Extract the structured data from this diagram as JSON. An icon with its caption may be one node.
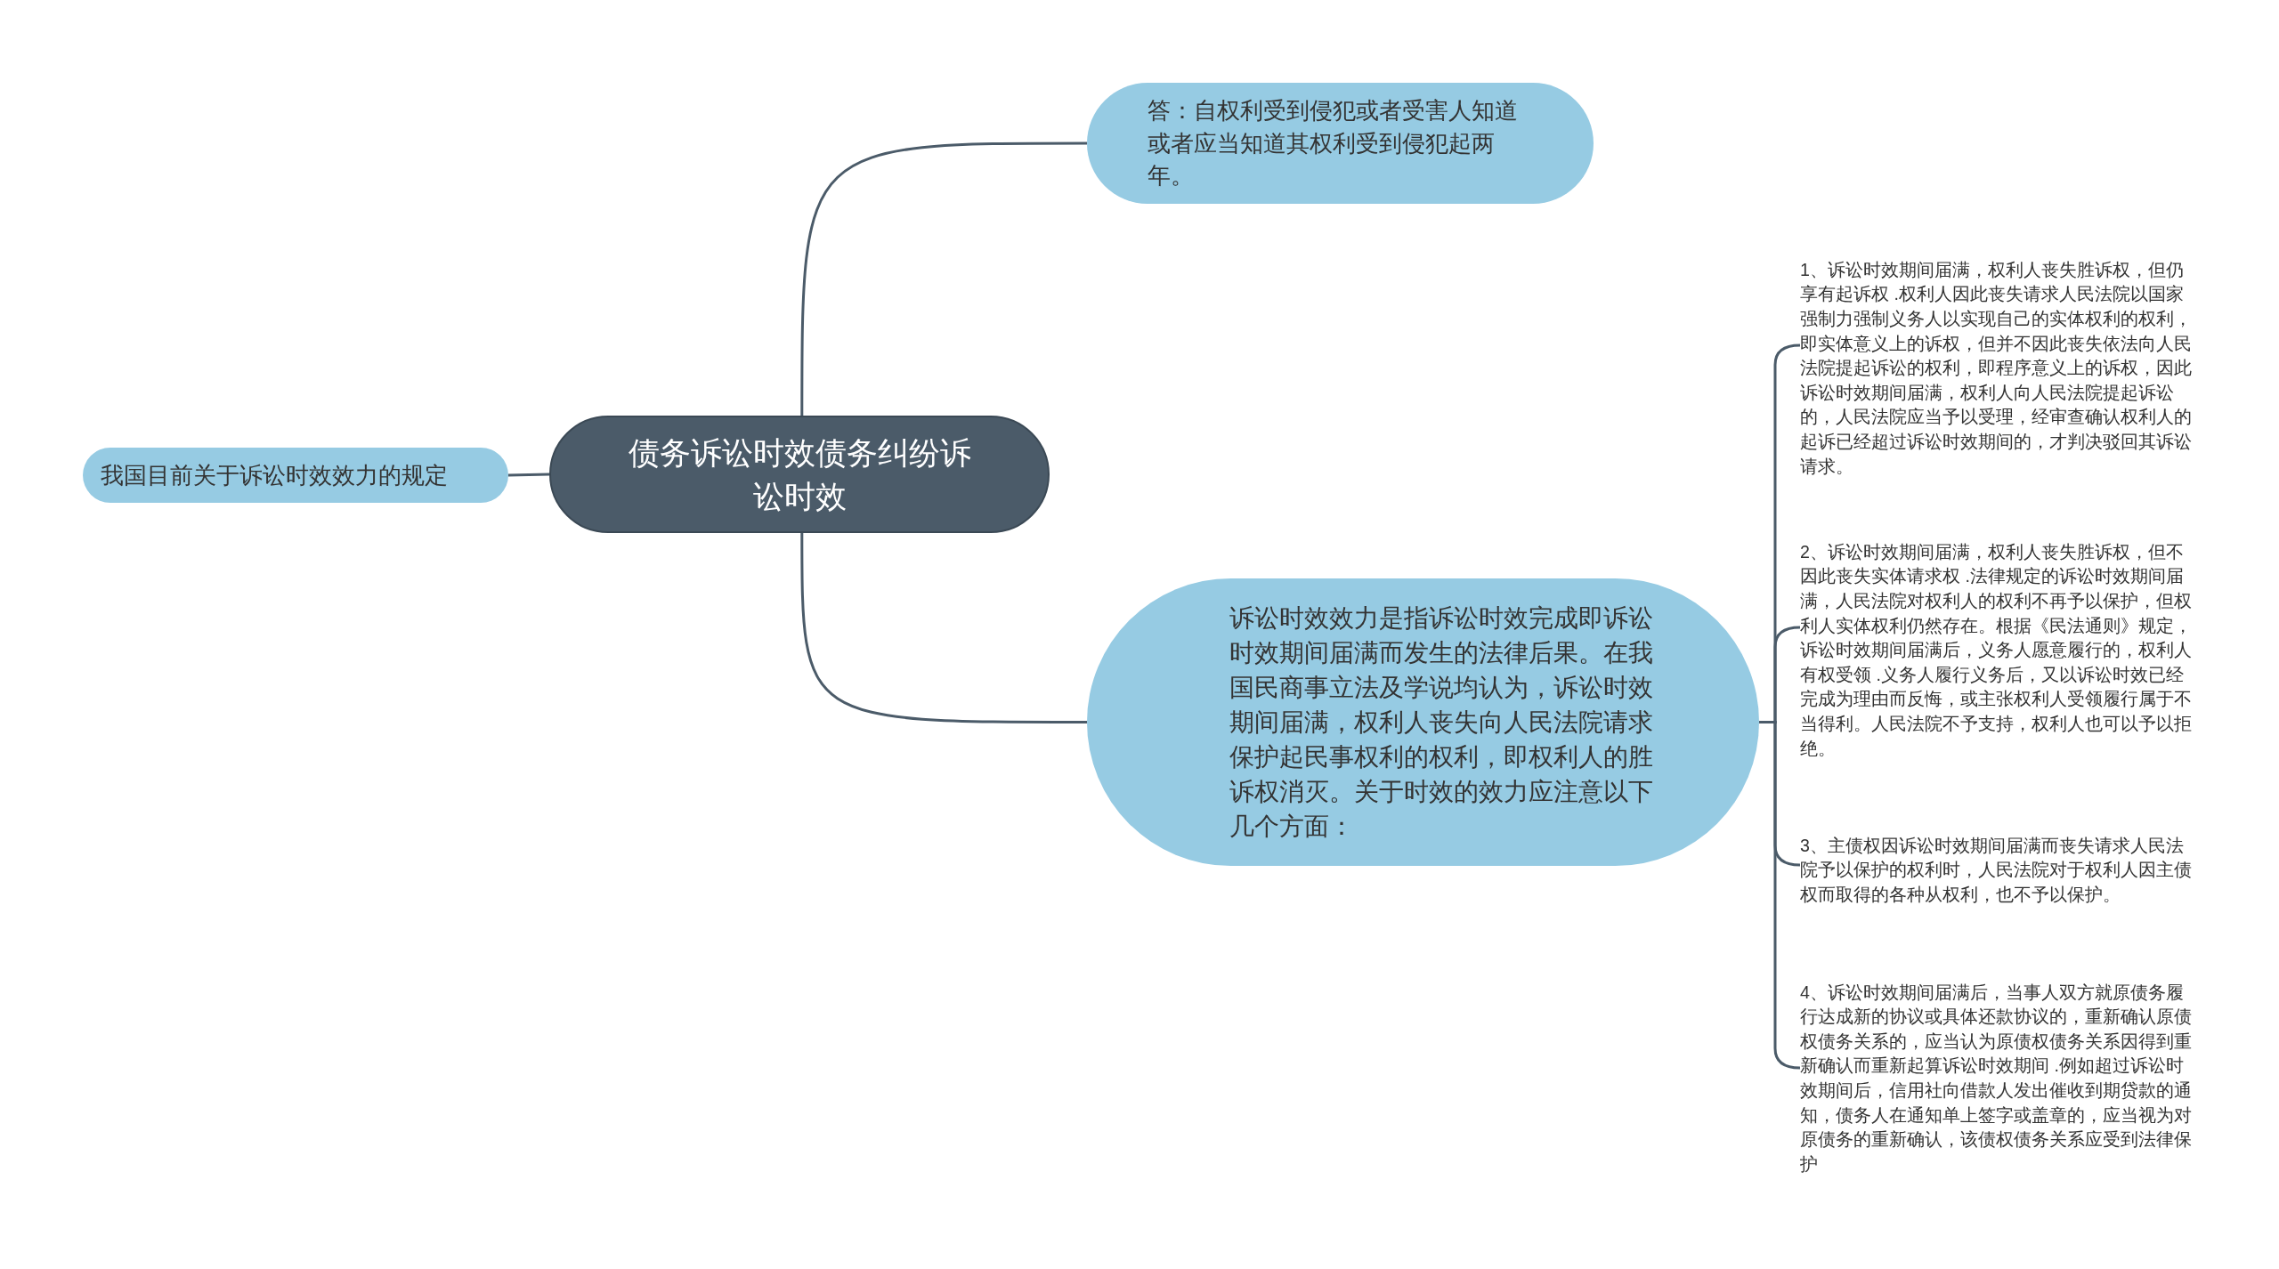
{
  "diagram": {
    "nodes": [
      {
        "text": [
          "债务诉讼时效债务纠纷诉讼时效"
        ]
      },
      {
        "text": [
          "我国目前关于诉讼时效效力的规定"
        ]
      },
      {
        "text": [
          "答：自权利受到侵犯或者受害人知道或者应当知道其权利受到侵犯起两年。"
        ]
      },
      {
        "text": [
          "诉讼时效效力是指诉讼时效完成即诉讼时效期间届满而发生的法律后果。在我国民商事立法及学说均认为，诉讼时效期间届满，权利人丧失向人民法院请求保护起民事权利的权利，即权利人的胜诉权消灭。关于时效的效力应注意以下几个方面："
        ]
      },
      {
        "text": [
          "1、诉讼时效期间届满，权利人丧失胜诉权，但仍享有起诉权 .权利人因此丧失请求人民法院以国家强制力强制义务人以实现自己的实体权利的权利，即实体意义上的诉权，但并不因此丧失依法向人民法院提起诉讼的权利，即程序意义上的诉权，因此诉讼时效期间届满，权利人向人民法院提起诉讼的，人民法院应当予以受理，经审查确认权利人的起诉已经超过诉讼时效期间的，才判决驳回其诉讼请求。"
        ]
      },
      {
        "text": [
          "2、诉讼时效期间届满，权利人丧失胜诉权，但不因此丧失实体请求权 .法律规定的诉讼时效期间届满，人民法院对权利人的权利不再予以保护，但权利人实体权利仍然存在。根据《民法通则》规定，诉讼时效期间届满后，义务人愿意履行的，权利人有权受领 .义务人履行义务后，又以诉讼时效已经完成为理由而反悔，或主张权利人受领履行属于不当得利。人民法院不予支持，权利人也可以予以拒绝。"
        ]
      },
      {
        "text": [
          "3、主债权因诉讼时效期间届满而丧失请求人民法院予以保护的权利时，人民法院对于权利人因主债权而取得的各种从权利，也不予以保护。"
        ]
      },
      {
        "text": [
          "4、诉讼时效期间届满后，当事人双方就原债务履行达成新的协议或具体还款协议的，重新确认原债权债务关系的，应当认为原债权债务关系因得到重新确认而重新起算诉讼时效期间 .例如超过诉讼时效期间后，信用社向借款人发出催收到期贷款的通知，债务人在通知单上签字或盖章的，应当视为对原债务的重新确认，该债权债务关系应受到法律保护"
        ]
      }
    ],
    "edges": [
      {
        "from": 0,
        "to": 1,
        "arrow": "none"
      },
      {
        "from": 0,
        "to": 2,
        "arrow": "none"
      },
      {
        "from": 0,
        "to": 3,
        "arrow": "none"
      },
      {
        "from": 3,
        "to": 4,
        "arrow": "none"
      },
      {
        "from": 3,
        "to": 5,
        "arrow": "none"
      },
      {
        "from": 3,
        "to": 6,
        "arrow": "none"
      },
      {
        "from": 3,
        "to": 7,
        "arrow": "none"
      }
    ]
  }
}
